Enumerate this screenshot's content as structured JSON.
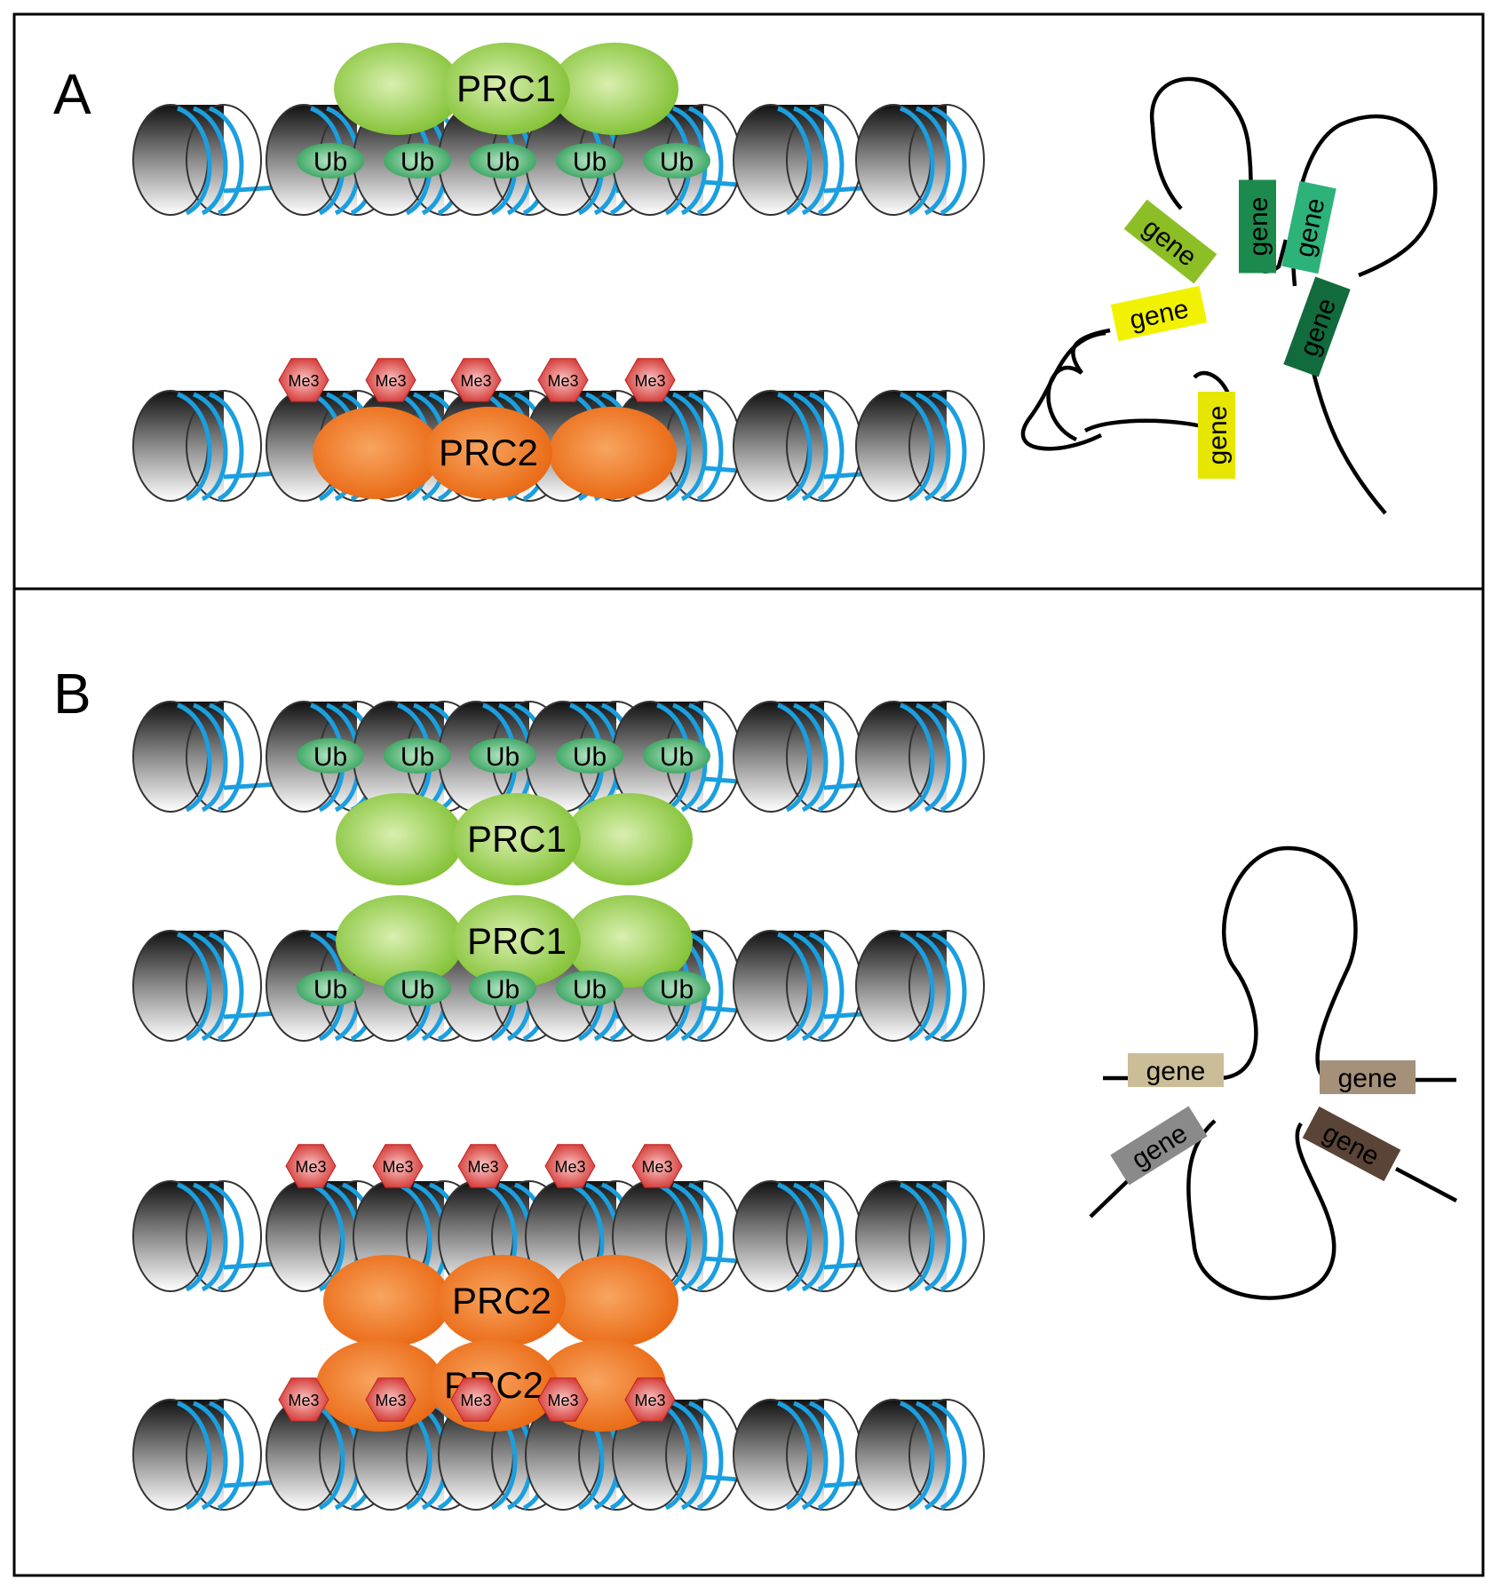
{
  "panels": {
    "a": {
      "label": "A"
    },
    "b": {
      "label": "B"
    }
  },
  "labels": {
    "prc1": "PRC1",
    "prc2": "PRC2",
    "ub": "Ub",
    "me3": "Me3",
    "gene": "gene"
  },
  "colors": {
    "frame": "#000000",
    "dna": "#1a9fe0",
    "prc1_fill": "#8cc63f",
    "prc2_fill": "#f47b20",
    "ub_fill": "#2a9d54",
    "me3_fill": "#d93a32",
    "gene_a": [
      "#8cbf26",
      "#f2f200",
      "#1d8a4d",
      "#2db27a",
      "#e6e600",
      "#116b3c"
    ],
    "gene_b": [
      "#cbbd98",
      "#a5907a",
      "#8a8a8a",
      "#5a4437"
    ]
  }
}
